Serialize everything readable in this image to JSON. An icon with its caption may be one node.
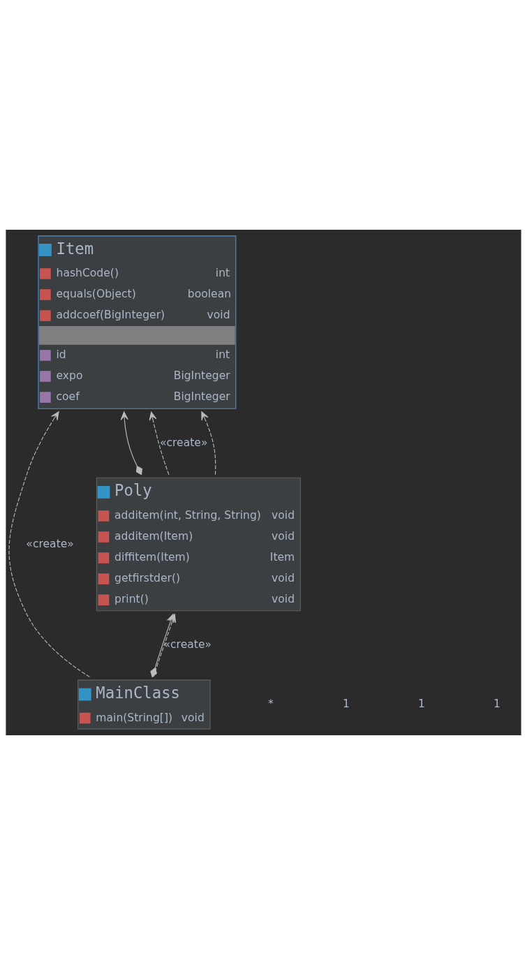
{
  "diagram": {
    "nodes": [
      {
        "text": [
          "Item",
          "hashCode()",
          "int",
          "equals(Object)",
          "boolean",
          "addcoef(BigInteger)",
          "void",
          "id",
          "int",
          "expo",
          "BigInteger",
          "coef",
          "BigInteger"
        ]
      },
      {
        "text": [
          "Poly",
          "additem(int, String, String)",
          "void",
          "additem(Item)",
          "void",
          "diffitem(Item)",
          "Item",
          "getfirstder()",
          "void",
          "print()",
          "void"
        ]
      },
      {
        "text": [
          "MainClass",
          "main(String[])",
          "void"
        ]
      }
    ],
    "edges": [
      {
        "from": 1,
        "to": 0,
        "arrow": "to"
      },
      {
        "from": 1,
        "to": 0,
        "arrow": "to",
        "label": "«create»",
        "style": "dashed"
      },
      {
        "from": 1,
        "to": 0,
        "arrow": "to",
        "style": "dashed"
      },
      {
        "from": 2,
        "to": 0,
        "arrow": "to",
        "label": "«create»",
        "style": "dashed"
      },
      {
        "from": 2,
        "to": 1,
        "arrow": "to"
      },
      {
        "from": 2,
        "to": 1,
        "arrow": "to",
        "label": "«create»",
        "style": "dashed"
      }
    ],
    "labels": [
      "*",
      "1",
      "1",
      "1"
    ]
  }
}
